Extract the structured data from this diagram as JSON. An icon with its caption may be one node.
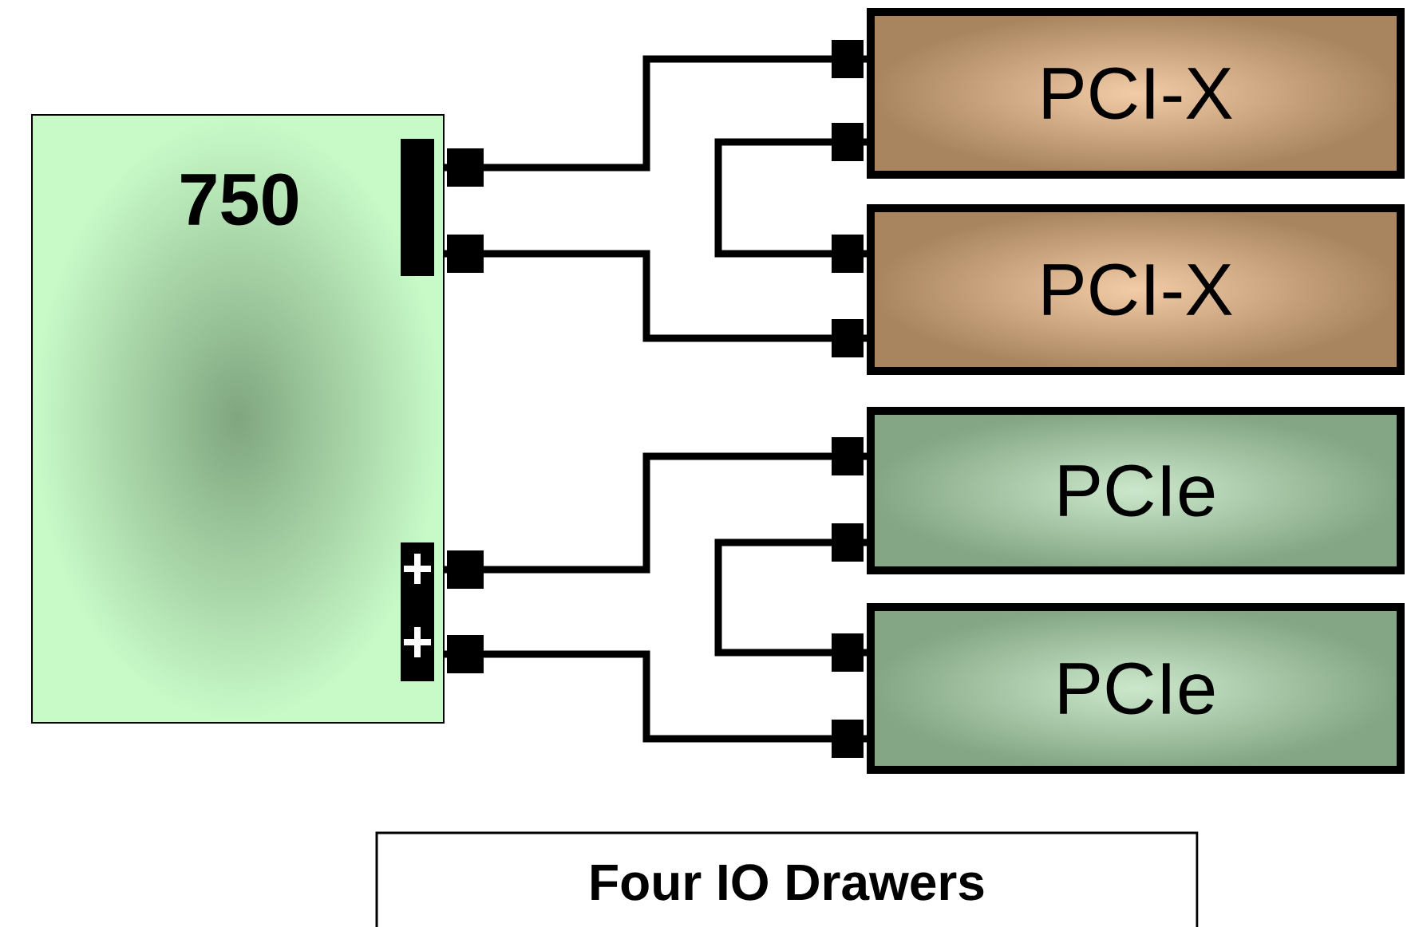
{
  "diagram": {
    "nodes": [
      {
        "text": [
          "750"
        ]
      },
      {
        "text": [
          "PCI-X"
        ]
      },
      {
        "text": [
          "PCI-X"
        ]
      },
      {
        "text": [
          "PCIe"
        ]
      },
      {
        "text": [
          "PCIe"
        ]
      },
      {
        "text": [
          "Four IO Drawers"
        ]
      }
    ],
    "edges": [
      {
        "from": 0,
        "to": 1,
        "arrow": "none"
      },
      {
        "from": 0,
        "to": 2,
        "arrow": "none"
      },
      {
        "from": 1,
        "to": 2,
        "arrow": "none"
      },
      {
        "from": 0,
        "to": 3,
        "arrow": "none"
      },
      {
        "from": 0,
        "to": 4,
        "arrow": "none"
      },
      {
        "from": 3,
        "to": 4,
        "arrow": "none"
      }
    ]
  }
}
